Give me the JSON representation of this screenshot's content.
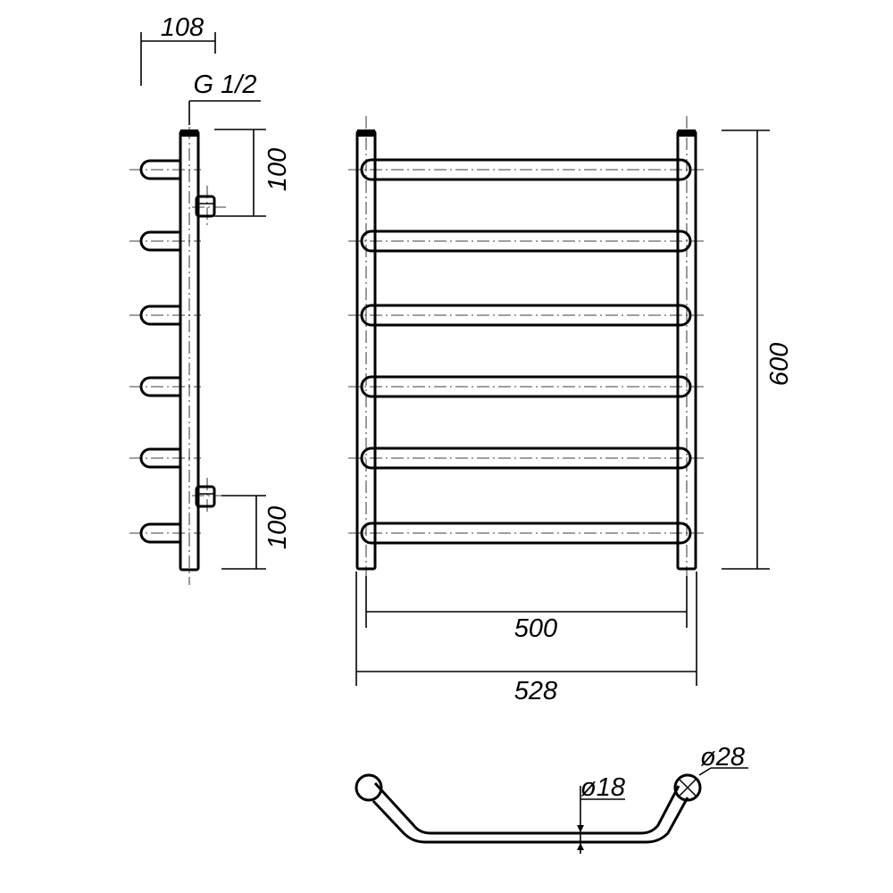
{
  "dimensions": {
    "depth": "108",
    "thread": "G 1/2",
    "inlet_spacing_top": "100",
    "inlet_spacing_bottom": "100",
    "height": "600",
    "center_width": "500",
    "overall_width": "528",
    "rail_diameter": "ø18",
    "post_diameter": "ø28"
  }
}
